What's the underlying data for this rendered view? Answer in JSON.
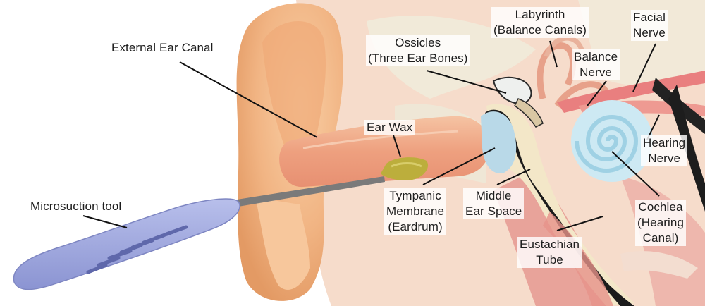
{
  "labels": {
    "external_ear_canal": "External Ear Canal",
    "ossicles": [
      "Ossicles",
      "(Three Ear Bones)"
    ],
    "labyrinth": [
      "Labyrinth",
      "(Balance Canals)"
    ],
    "facial_nerve": [
      "Facial",
      "Nerve"
    ],
    "balance_nerve": [
      "Balance",
      "Nerve"
    ],
    "ear_wax": "Ear Wax",
    "hearing_nerve": [
      "Hearing",
      "Nerve"
    ],
    "microsuction_tool": "Microsuction tool",
    "tympanic_membrane": [
      "Tympanic",
      "Membrane",
      "(Eardrum)"
    ],
    "middle_ear_space": [
      "Middle",
      "Ear Space"
    ],
    "cochlea": [
      "Cochlea",
      "(Hearing",
      "Canal)"
    ],
    "eustachian_tube": [
      "Eustachian",
      "Tube"
    ]
  },
  "colors": {
    "skin": "#f3b88c",
    "skin_dark": "#e39a6c",
    "tissue": "#f7d9c9",
    "bone": "#f1eadc",
    "tool": "#9fa8de",
    "wax": "#bcaf3e",
    "cochlea": "#bfe2ef",
    "leader_line": "#111111"
  }
}
